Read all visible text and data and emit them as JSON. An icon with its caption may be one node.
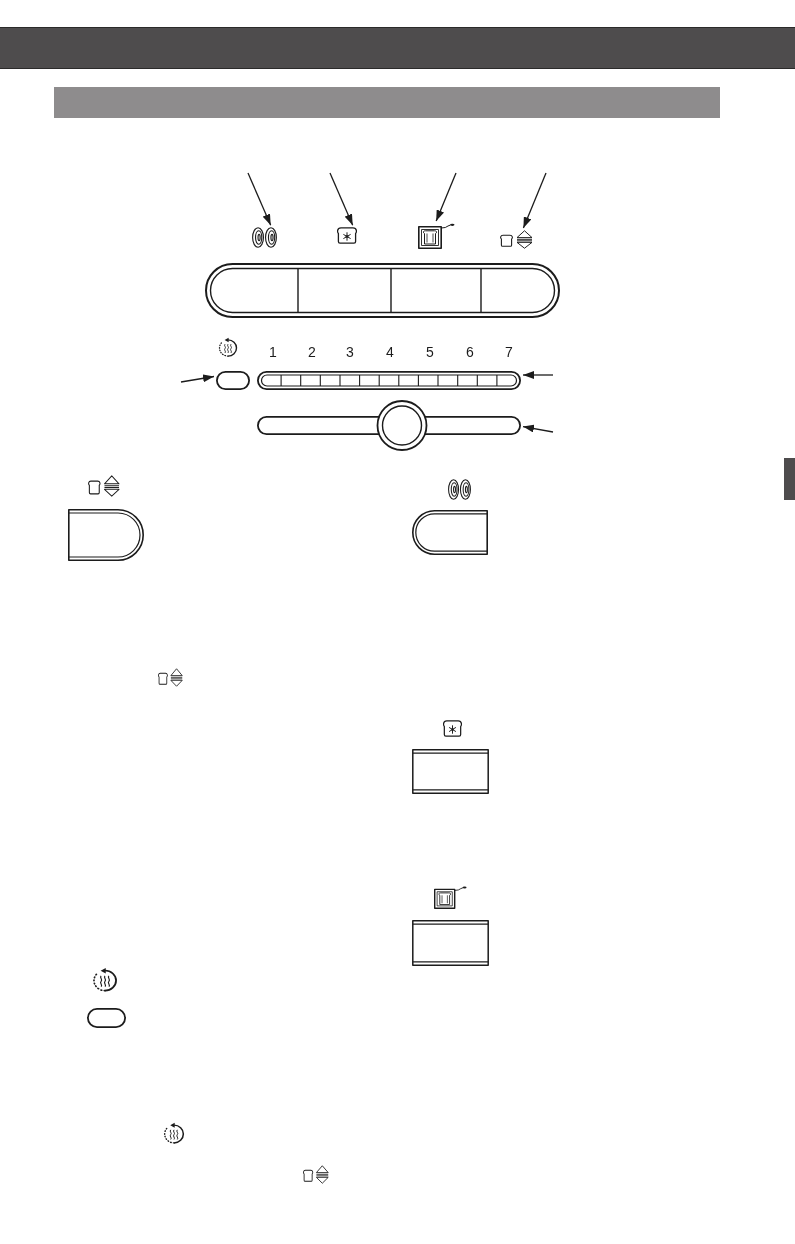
{
  "diagram": {
    "nodes": [
      {
        "text": [],
        "shape": "bar"
      },
      {
        "text": [],
        "shape": "bar"
      },
      {
        "text": [],
        "shape": "picture"
      },
      {
        "text": [],
        "shape": "picture"
      },
      {
        "text": [],
        "shape": "picture"
      },
      {
        "text": [],
        "shape": "picture"
      },
      {
        "text": [],
        "shape": "box"
      },
      {
        "text": [],
        "shape": "bar"
      },
      {
        "text": [],
        "shape": "bar"
      },
      {
        "text": [],
        "shape": "bar"
      },
      {
        "text": [],
        "shape": "box"
      },
      {
        "text": [],
        "shape": "box"
      },
      {
        "text": [],
        "shape": "box"
      },
      {
        "text": [],
        "shape": "box"
      },
      {
        "text": [],
        "shape": "box"
      }
    ],
    "edges": [
      {
        "from": null,
        "to": 2,
        "arrow": "to"
      },
      {
        "from": null,
        "to": 3,
        "arrow": "to"
      },
      {
        "from": null,
        "to": 4,
        "arrow": "to"
      },
      {
        "from": null,
        "to": 5,
        "arrow": "to"
      },
      {
        "from": null,
        "to": 6,
        "arrow": "to"
      },
      {
        "from": null,
        "to": 7,
        "arrow": "to"
      },
      {
        "from": null,
        "to": 8,
        "arrow": "to"
      }
    ],
    "labels": [
      "1",
      "2",
      "3",
      "4",
      "5",
      "6",
      "7"
    ]
  }
}
